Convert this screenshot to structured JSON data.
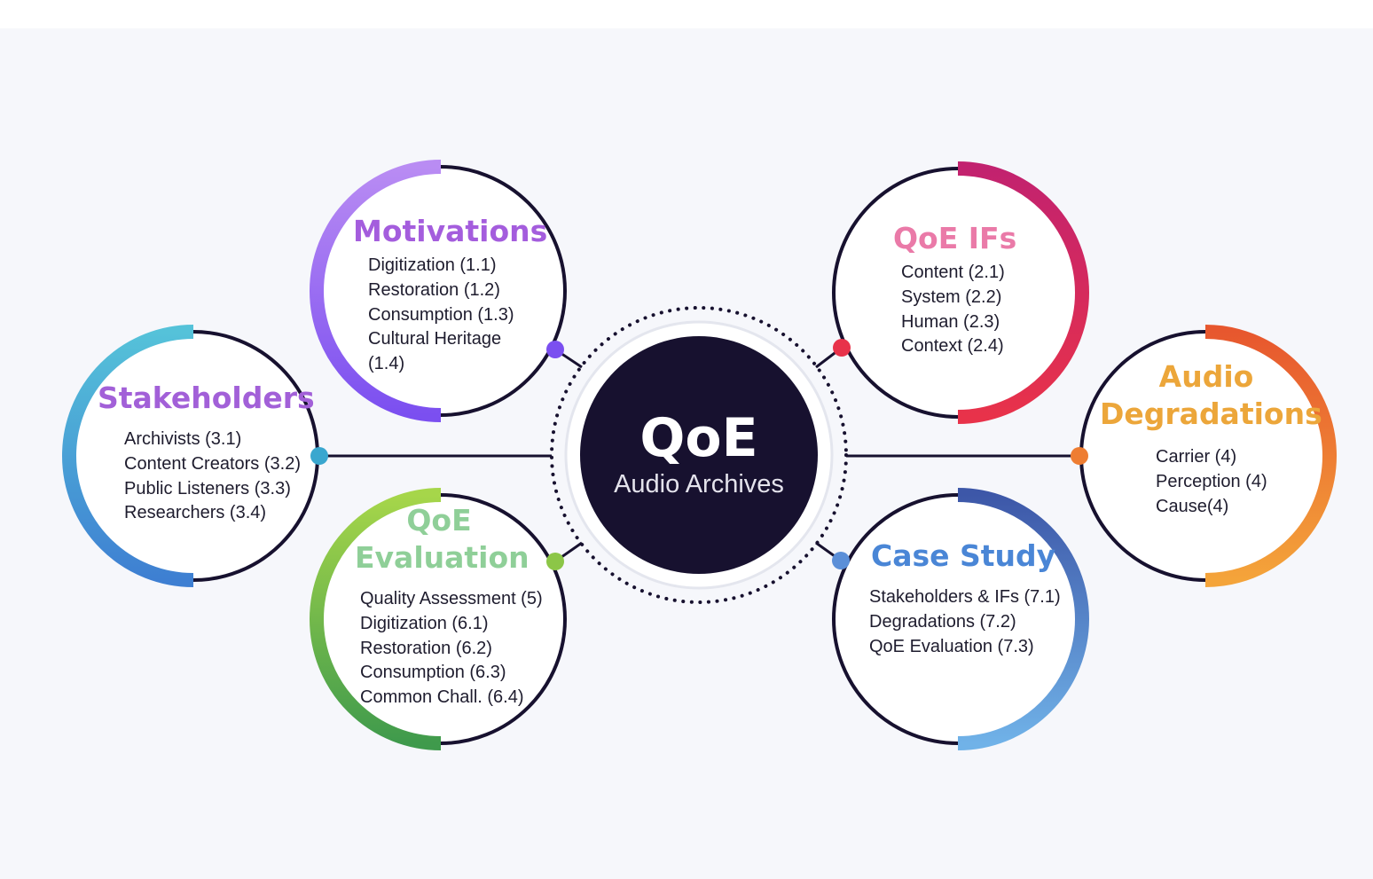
{
  "center": {
    "title": "QoE",
    "subtitle": "Audio Archives",
    "fill": "#17112f"
  },
  "nodes": {
    "motivations": {
      "title": "Motivations",
      "title_color": "#a45ddd",
      "items": [
        "Digitization (1.1)",
        "Restoration (1.2)",
        "Consumption (1.3)",
        "Cultural Heritage",
        "(1.4)"
      ]
    },
    "qoe_ifs": {
      "title": "QoE IFs",
      "title_color": "#ea7aa8",
      "items": [
        "Content (2.1)",
        "System (2.2)",
        "Human (2.3)",
        "Context (2.4)"
      ]
    },
    "stakeholders": {
      "title": "Stakeholders",
      "title_color": "#a260d8",
      "items": [
        "Archivists (3.1)",
        "Content Creators (3.2)",
        "Public Listeners (3.3)",
        "Researchers (3.4)"
      ]
    },
    "audio_degradations": {
      "title_line1": "Audio",
      "title_line2": "Degradations",
      "title_color": "#eca63a",
      "items": [
        "Carrier (4)",
        "Perception (4)",
        "Cause(4)"
      ]
    },
    "qoe_evaluation": {
      "title_line1": "QoE",
      "title_line2": "Evaluation",
      "title_color": "#8fcf98",
      "items": [
        "Quality Assessment (5)",
        "Digitization (6.1)",
        "Restoration (6.2)",
        "Consumption (6.3)",
        "Common Chall. (6.4)"
      ]
    },
    "case_study": {
      "title": "Case Study",
      "title_color": "#4a86d6",
      "items": [
        "Stakeholders & IFs (7.1)",
        "Degradations (7.2)",
        "QoE Evaluation (7.3)"
      ]
    }
  },
  "colors": {
    "line": "#17112f",
    "motivations_arc": [
      "#7b4ff0",
      "#b98cf3"
    ],
    "qoe_ifs_arc": [
      "#e8324a",
      "#c2226f"
    ],
    "stakeholders_arc": [
      "#3e7fd2",
      "#55c2d9"
    ],
    "audio_degradations_arc": [
      "#e7572e",
      "#f4a43a"
    ],
    "qoe_evaluation_arc": [
      "#3f9a4c",
      "#a6d64a"
    ],
    "case_study_arc": [
      "#3d57a8",
      "#70b2e8"
    ]
  }
}
